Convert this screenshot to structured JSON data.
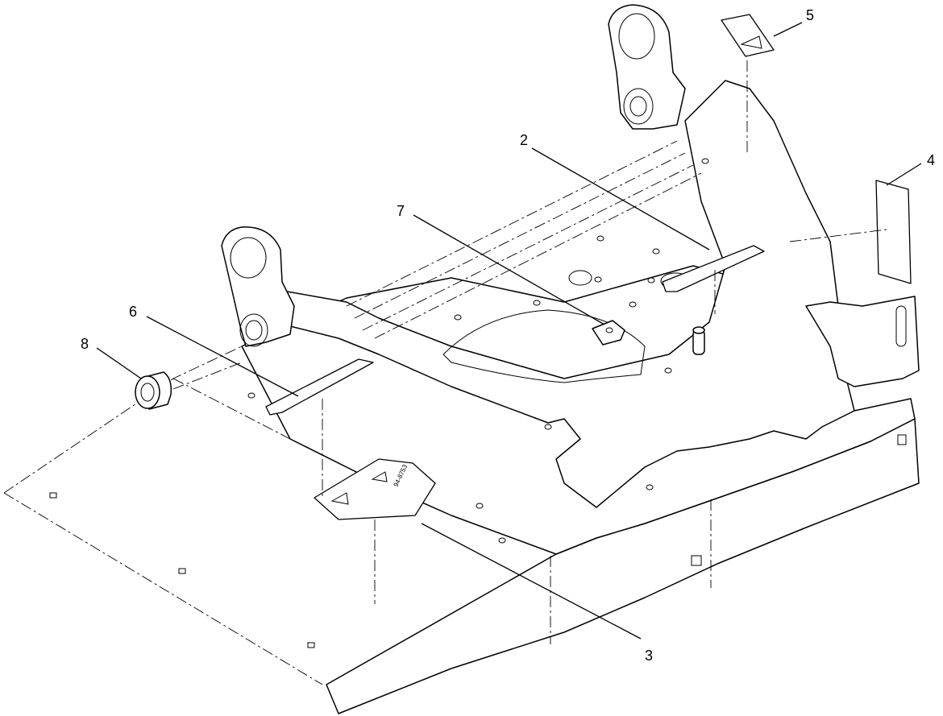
{
  "diagram": {
    "callouts": [
      {
        "id": "2",
        "label": "2"
      },
      {
        "id": "3",
        "label": "3"
      },
      {
        "id": "4",
        "label": "4"
      },
      {
        "id": "5",
        "label": "5"
      },
      {
        "id": "6",
        "label": "6"
      },
      {
        "id": "7",
        "label": "7"
      },
      {
        "id": "8",
        "label": "8"
      }
    ],
    "decal_text": "94-8753"
  }
}
